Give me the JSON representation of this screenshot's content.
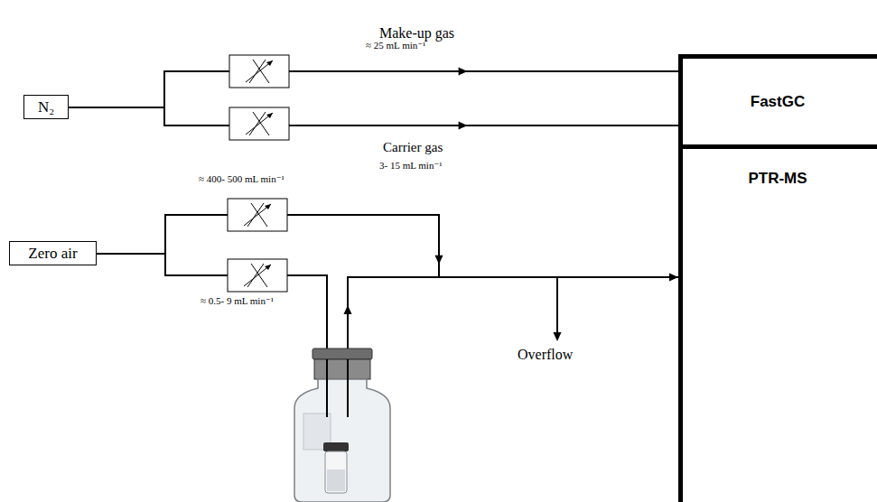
{
  "diagram": {
    "nodes": [
      {
        "text": [
          "N₂"
        ]
      },
      {
        "text": [
          "FastGC"
        ]
      },
      {
        "text": [
          "Zero air"
        ]
      },
      {
        "text": [
          "PTR-MS"
        ]
      }
    ],
    "edges": [
      {
        "from": 0,
        "to": 1,
        "arrow": "to"
      },
      {
        "from": 0,
        "to": 1,
        "arrow": "to"
      },
      {
        "from": 2,
        "to": 3,
        "arrow": "to"
      },
      {
        "from": 2,
        "to": 3,
        "arrow": "to"
      }
    ],
    "labels": [
      "Make-up gas",
      "≈ 25 mL min⁻¹",
      "Carrier gas",
      "3- 15 mL min⁻¹",
      "≈ 400- 500 mL min⁻¹",
      "≈ 0.5- 9 mL min⁻¹",
      "Overflow"
    ]
  }
}
